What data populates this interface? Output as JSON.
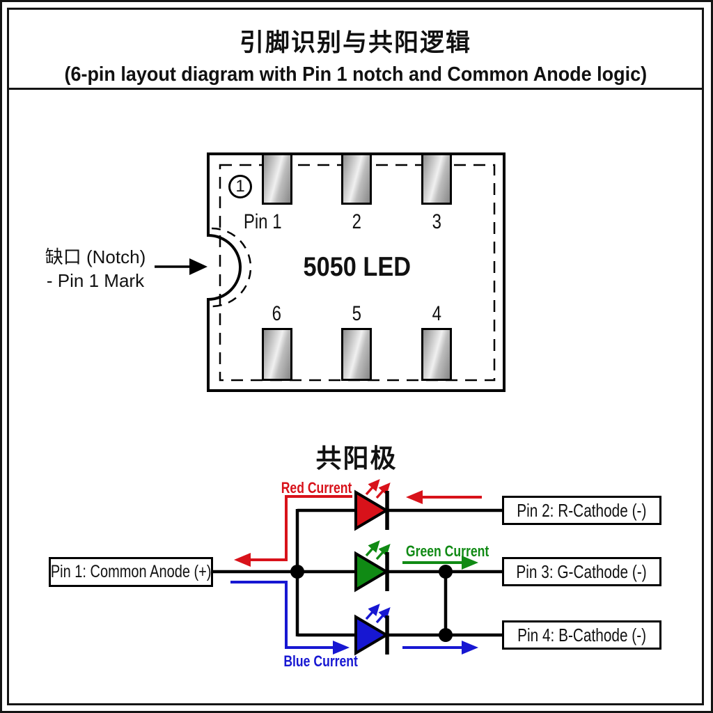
{
  "header": {
    "title_zh": "引脚识别与共阳逻辑",
    "title_en": "(6-pin layout diagram with Pin 1 notch and Common Anode logic)"
  },
  "chip": {
    "name": "5050 LED",
    "pin1_badge": "1",
    "top_pin_labels": [
      "Pin 1",
      "2",
      "3"
    ],
    "bottom_pin_labels": [
      "6",
      "5",
      "4"
    ],
    "notch_annotation": {
      "line1": "缺口 (Notch)",
      "line2": "- Pin 1 Mark"
    }
  },
  "circuit": {
    "section_title": "共阳极",
    "anode_box_label": "Pin 1: Common Anode (+)",
    "cathode_box_labels": [
      "Pin 2: R-Cathode (-)",
      "Pin 3: G-Cathode (-)",
      "Pin 4: B-Cathode (-)"
    ],
    "current_labels": {
      "red": "Red Current",
      "green": "Green Current",
      "blue": "Blue Current"
    },
    "colors": {
      "red": "#d8121a",
      "green": "#108a14",
      "blue": "#1717d2",
      "wire": "#000000"
    }
  }
}
